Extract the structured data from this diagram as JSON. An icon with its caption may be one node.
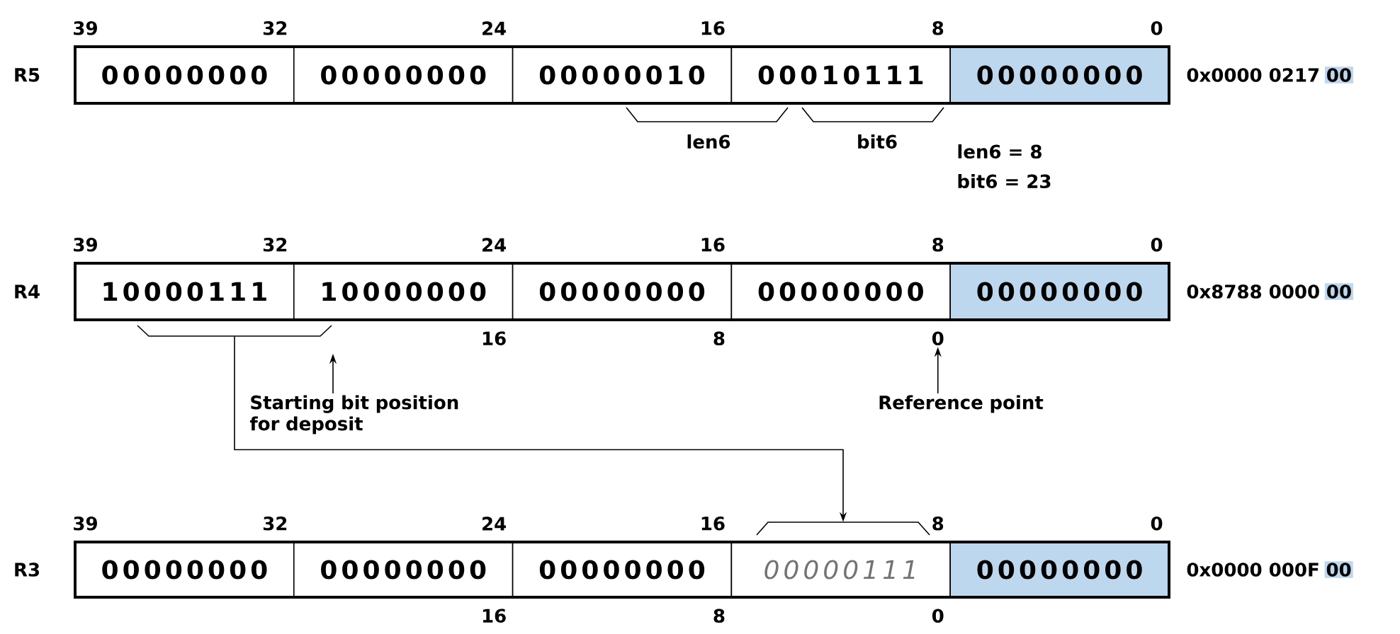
{
  "diagram": {
    "nodes": [
      {
        "text": [
          "00000000"
        ]
      },
      {
        "text": [
          "00000000"
        ]
      },
      {
        "text": [
          "00000010"
        ]
      },
      {
        "text": [
          "00010111"
        ]
      },
      {
        "text": [
          "00000000"
        ]
      },
      {
        "text": [
          "10000111"
        ]
      },
      {
        "text": [
          "10000000"
        ]
      },
      {
        "text": [
          "00000000"
        ]
      },
      {
        "text": [
          "00000000"
        ]
      },
      {
        "text": [
          "00000000"
        ]
      },
      {
        "text": [
          "00000000"
        ]
      },
      {
        "text": [
          "00000000"
        ]
      },
      {
        "text": [
          "00000000"
        ]
      },
      {
        "text": [
          "00000111"
        ]
      },
      {
        "text": [
          "00000000"
        ]
      },
      {
        "text": [],
        "shape": "bracket"
      },
      {
        "text": [],
        "shape": "bracket"
      },
      {
        "text": [
          "Starting bit position for deposit"
        ]
      },
      {
        "text": [
          "Reference point"
        ]
      },
      {
        "text": [
          "0"
        ]
      }
    ],
    "edges": [
      {
        "from": 15,
        "to": 16,
        "arrow": "to"
      },
      {
        "from": 17,
        "to": null,
        "arrow": "to"
      },
      {
        "from": 18,
        "to": 19,
        "arrow": "to"
      }
    ],
    "labels": [
      "39",
      "32",
      "24",
      "16",
      "8",
      "0",
      "R5",
      "0x0000 0217",
      "00",
      "len6",
      "bit6",
      "len6 = 8",
      "bit6 = 23",
      "39",
      "32",
      "24",
      "16",
      "8",
      "0",
      "R4",
      "0x8788 0000",
      "00",
      "16",
      "8",
      "39",
      "32",
      "24",
      "16",
      "8",
      "0",
      "R3",
      "0x0000 000F",
      "00",
      "16",
      "8",
      "0"
    ]
  }
}
